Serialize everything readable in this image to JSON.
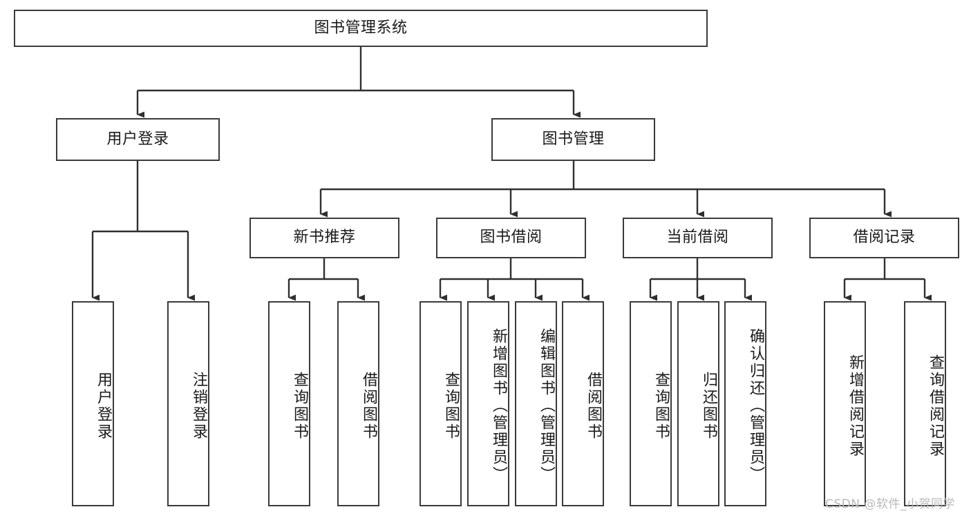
{
  "diagram": {
    "title": "图书管理系统",
    "type": "hierarchy-tree",
    "levels": 4,
    "colors": {
      "box_border": "#3a3a3a",
      "box_fill": "#ffffff",
      "connector": "#2f2f2f",
      "text": "#1a1a1a",
      "watermark": "#b9b9b9",
      "background": "#ffffff"
    },
    "root": {
      "label": "图书管理系统",
      "orientation": "horizontal"
    },
    "level2": [
      {
        "id": "user-login",
        "label": "用户登录",
        "orientation": "horizontal"
      },
      {
        "id": "book-manage",
        "label": "图书管理",
        "orientation": "horizontal"
      }
    ],
    "level3": [
      {
        "id": "new-book-recommend",
        "label": "新书推荐",
        "orientation": "horizontal",
        "parent": "book-manage"
      },
      {
        "id": "book-borrow",
        "label": "图书借阅",
        "orientation": "horizontal",
        "parent": "book-manage"
      },
      {
        "id": "current-borrow",
        "label": "当前借阅",
        "orientation": "horizontal",
        "parent": "book-manage"
      },
      {
        "id": "borrow-record",
        "label": "借阅记录",
        "orientation": "horizontal",
        "parent": "book-manage"
      }
    ],
    "leaves": {
      "user_login": [
        {
          "id": "leaf-user-login",
          "label": "用户登录"
        },
        {
          "id": "leaf-user-logout",
          "label": "注销登录"
        }
      ],
      "new_book_recommend": [
        {
          "id": "leaf-query-book-1",
          "label": "查询图书"
        },
        {
          "id": "leaf-borrow-book-1",
          "label": "借阅图书"
        }
      ],
      "book_borrow": [
        {
          "id": "leaf-query-book-2",
          "label": "查询图书"
        },
        {
          "id": "leaf-add-book",
          "label": "新增图书（管理员）"
        },
        {
          "id": "leaf-edit-book",
          "label": "编辑图书（管理员）"
        },
        {
          "id": "leaf-borrow-book-2",
          "label": "借阅图书"
        }
      ],
      "current_borrow": [
        {
          "id": "leaf-query-book-3",
          "label": "查询图书"
        },
        {
          "id": "leaf-return-book",
          "label": "归还图书"
        },
        {
          "id": "leaf-confirm-return",
          "label": "确认归还（管理员）"
        }
      ],
      "borrow_record": [
        {
          "id": "leaf-add-record",
          "label": "新增借阅记录"
        },
        {
          "id": "leaf-query-record",
          "label": "查询借阅记录"
        }
      ]
    },
    "watermark": "CSDN @软件_小贺同学"
  }
}
